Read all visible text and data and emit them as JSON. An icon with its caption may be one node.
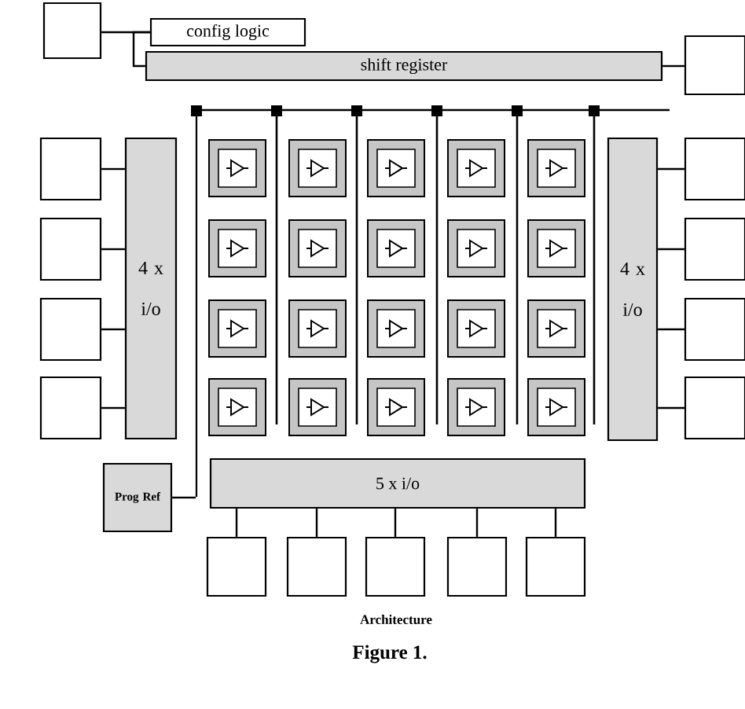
{
  "diagram": {
    "caption": "Figure 1.",
    "nodes": [
      {
        "text": [],
        "shape": "box"
      },
      {
        "text": [
          "config logic"
        ]
      },
      {
        "text": [
          "shift register"
        ]
      },
      {
        "text": [],
        "shape": "box"
      },
      {
        "text": [],
        "shape": "box"
      },
      {
        "text": [],
        "shape": "box"
      },
      {
        "text": [],
        "shape": "box"
      },
      {
        "text": [],
        "shape": "box"
      },
      {
        "text": [
          "4 x i/o"
        ]
      },
      {
        "text": [],
        "shape": "box"
      },
      {
        "text": [],
        "shape": "box"
      },
      {
        "text": [],
        "shape": "box"
      },
      {
        "text": [],
        "shape": "box"
      },
      {
        "text": [],
        "shape": "box"
      },
      {
        "text": [],
        "shape": "box"
      },
      {
        "text": [],
        "shape": "box"
      },
      {
        "text": [],
        "shape": "box"
      },
      {
        "text": [],
        "shape": "box"
      },
      {
        "text": [],
        "shape": "box"
      },
      {
        "text": [],
        "shape": "box"
      },
      {
        "text": [],
        "shape": "box"
      },
      {
        "text": [],
        "shape": "box"
      },
      {
        "text": [],
        "shape": "box"
      },
      {
        "text": [],
        "shape": "box"
      },
      {
        "text": [],
        "shape": "box"
      },
      {
        "text": [],
        "shape": "box"
      },
      {
        "text": [],
        "shape": "box"
      },
      {
        "text": [],
        "shape": "box"
      },
      {
        "text": [],
        "shape": "box"
      },
      {
        "text": [
          "4 x i/o"
        ]
      },
      {
        "text": [],
        "shape": "box"
      },
      {
        "text": [],
        "shape": "box"
      },
      {
        "text": [],
        "shape": "box"
      },
      {
        "text": [],
        "shape": "box"
      },
      {
        "text": [
          "Prog Ref"
        ]
      },
      {
        "text": [
          "5 x i/o"
        ]
      },
      {
        "text": [],
        "shape": "box"
      },
      {
        "text": [],
        "shape": "box"
      },
      {
        "text": [],
        "shape": "box"
      },
      {
        "text": [],
        "shape": "box"
      },
      {
        "text": [],
        "shape": "box"
      },
      {
        "text": [],
        "shape": "bar"
      }
    ],
    "edges": [
      {
        "from": 0,
        "to": 1,
        "arrow": "none"
      },
      {
        "from": 1,
        "to": 2,
        "arrow": "none"
      },
      {
        "from": 2,
        "to": 3,
        "arrow": "none"
      },
      {
        "from": 4,
        "to": 8,
        "arrow": "none"
      },
      {
        "from": 5,
        "to": 8,
        "arrow": "none"
      },
      {
        "from": 6,
        "to": 8,
        "arrow": "none"
      },
      {
        "from": 7,
        "to": 8,
        "arrow": "none"
      },
      {
        "from": 29,
        "to": 30,
        "arrow": "none"
      },
      {
        "from": 29,
        "to": 31,
        "arrow": "none"
      },
      {
        "from": 29,
        "to": 32,
        "arrow": "none"
      },
      {
        "from": 29,
        "to": 33,
        "arrow": "none"
      },
      {
        "from": 34,
        "to": 41,
        "arrow": "none"
      },
      {
        "from": 35,
        "to": 36,
        "arrow": "none"
      },
      {
        "from": 35,
        "to": 37,
        "arrow": "none"
      },
      {
        "from": 35,
        "to": 38,
        "arrow": "none"
      },
      {
        "from": 35,
        "to": 39,
        "arrow": "none"
      },
      {
        "from": 35,
        "to": 40,
        "arrow": "none"
      }
    ],
    "labels": [
      "Architecture"
    ]
  }
}
